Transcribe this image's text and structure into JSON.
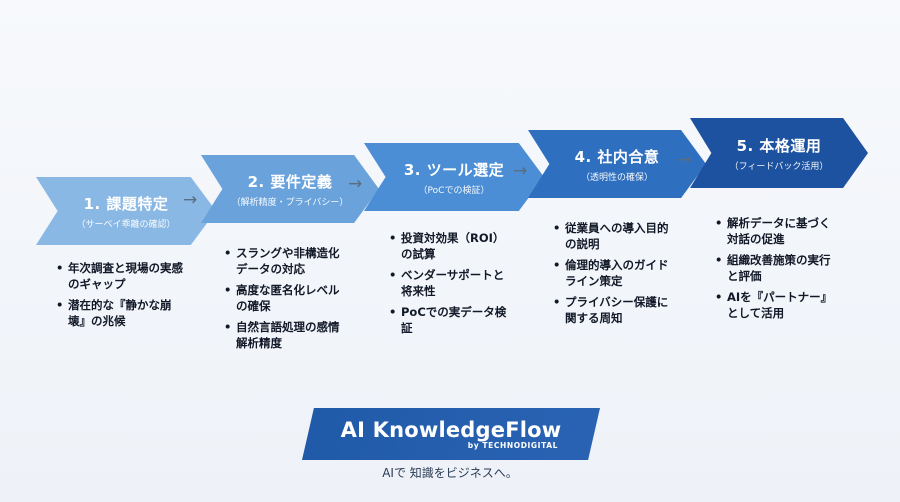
{
  "steps": [
    {
      "title": "1. 課題特定",
      "sub": "（サーベイ乖離の確認）",
      "color": "#8ab8e4",
      "bullets": [
        "年次調査と現場の実感のギャップ",
        "潜在的な『静かな崩壊』の兆候"
      ]
    },
    {
      "title": "2. 要件定義",
      "sub": "（解析精度・プライバシー）",
      "color": "#6aa3dc",
      "bullets": [
        "スラングや非構造化データの対応",
        "高度な匿名化レベルの確保",
        "自然言語処理の感情解析精度"
      ]
    },
    {
      "title": "3. ツール選定",
      "sub": "（PoCでの検証）",
      "color": "#4c8ed5",
      "bullets": [
        "投資対効果（ROI）の試算",
        "ベンダーサポートと将来性",
        "PoCでの実データ検証"
      ]
    },
    {
      "title": "4. 社内合意",
      "sub": "（透明性の確保）",
      "color": "#2f6fbf",
      "bullets": [
        "従業員への導入目的の説明",
        "倫理的導入のガイドライン策定",
        "プライバシー保護に関する周知"
      ]
    },
    {
      "title": "5. 本格運用",
      "sub": "（フィードバック活用）",
      "color": "#1d52a0",
      "bullets": [
        "解析データに基づく対話の促進",
        "組織改善施策の実行と評価",
        "AIを『パートナー』として活用"
      ]
    }
  ],
  "arrow_glyph": "→",
  "brand": {
    "name": "AI KnowledgeFlow",
    "by": "by TECHNODIGITAL",
    "tagline": "AIで 知識をビジネスへ。"
  }
}
